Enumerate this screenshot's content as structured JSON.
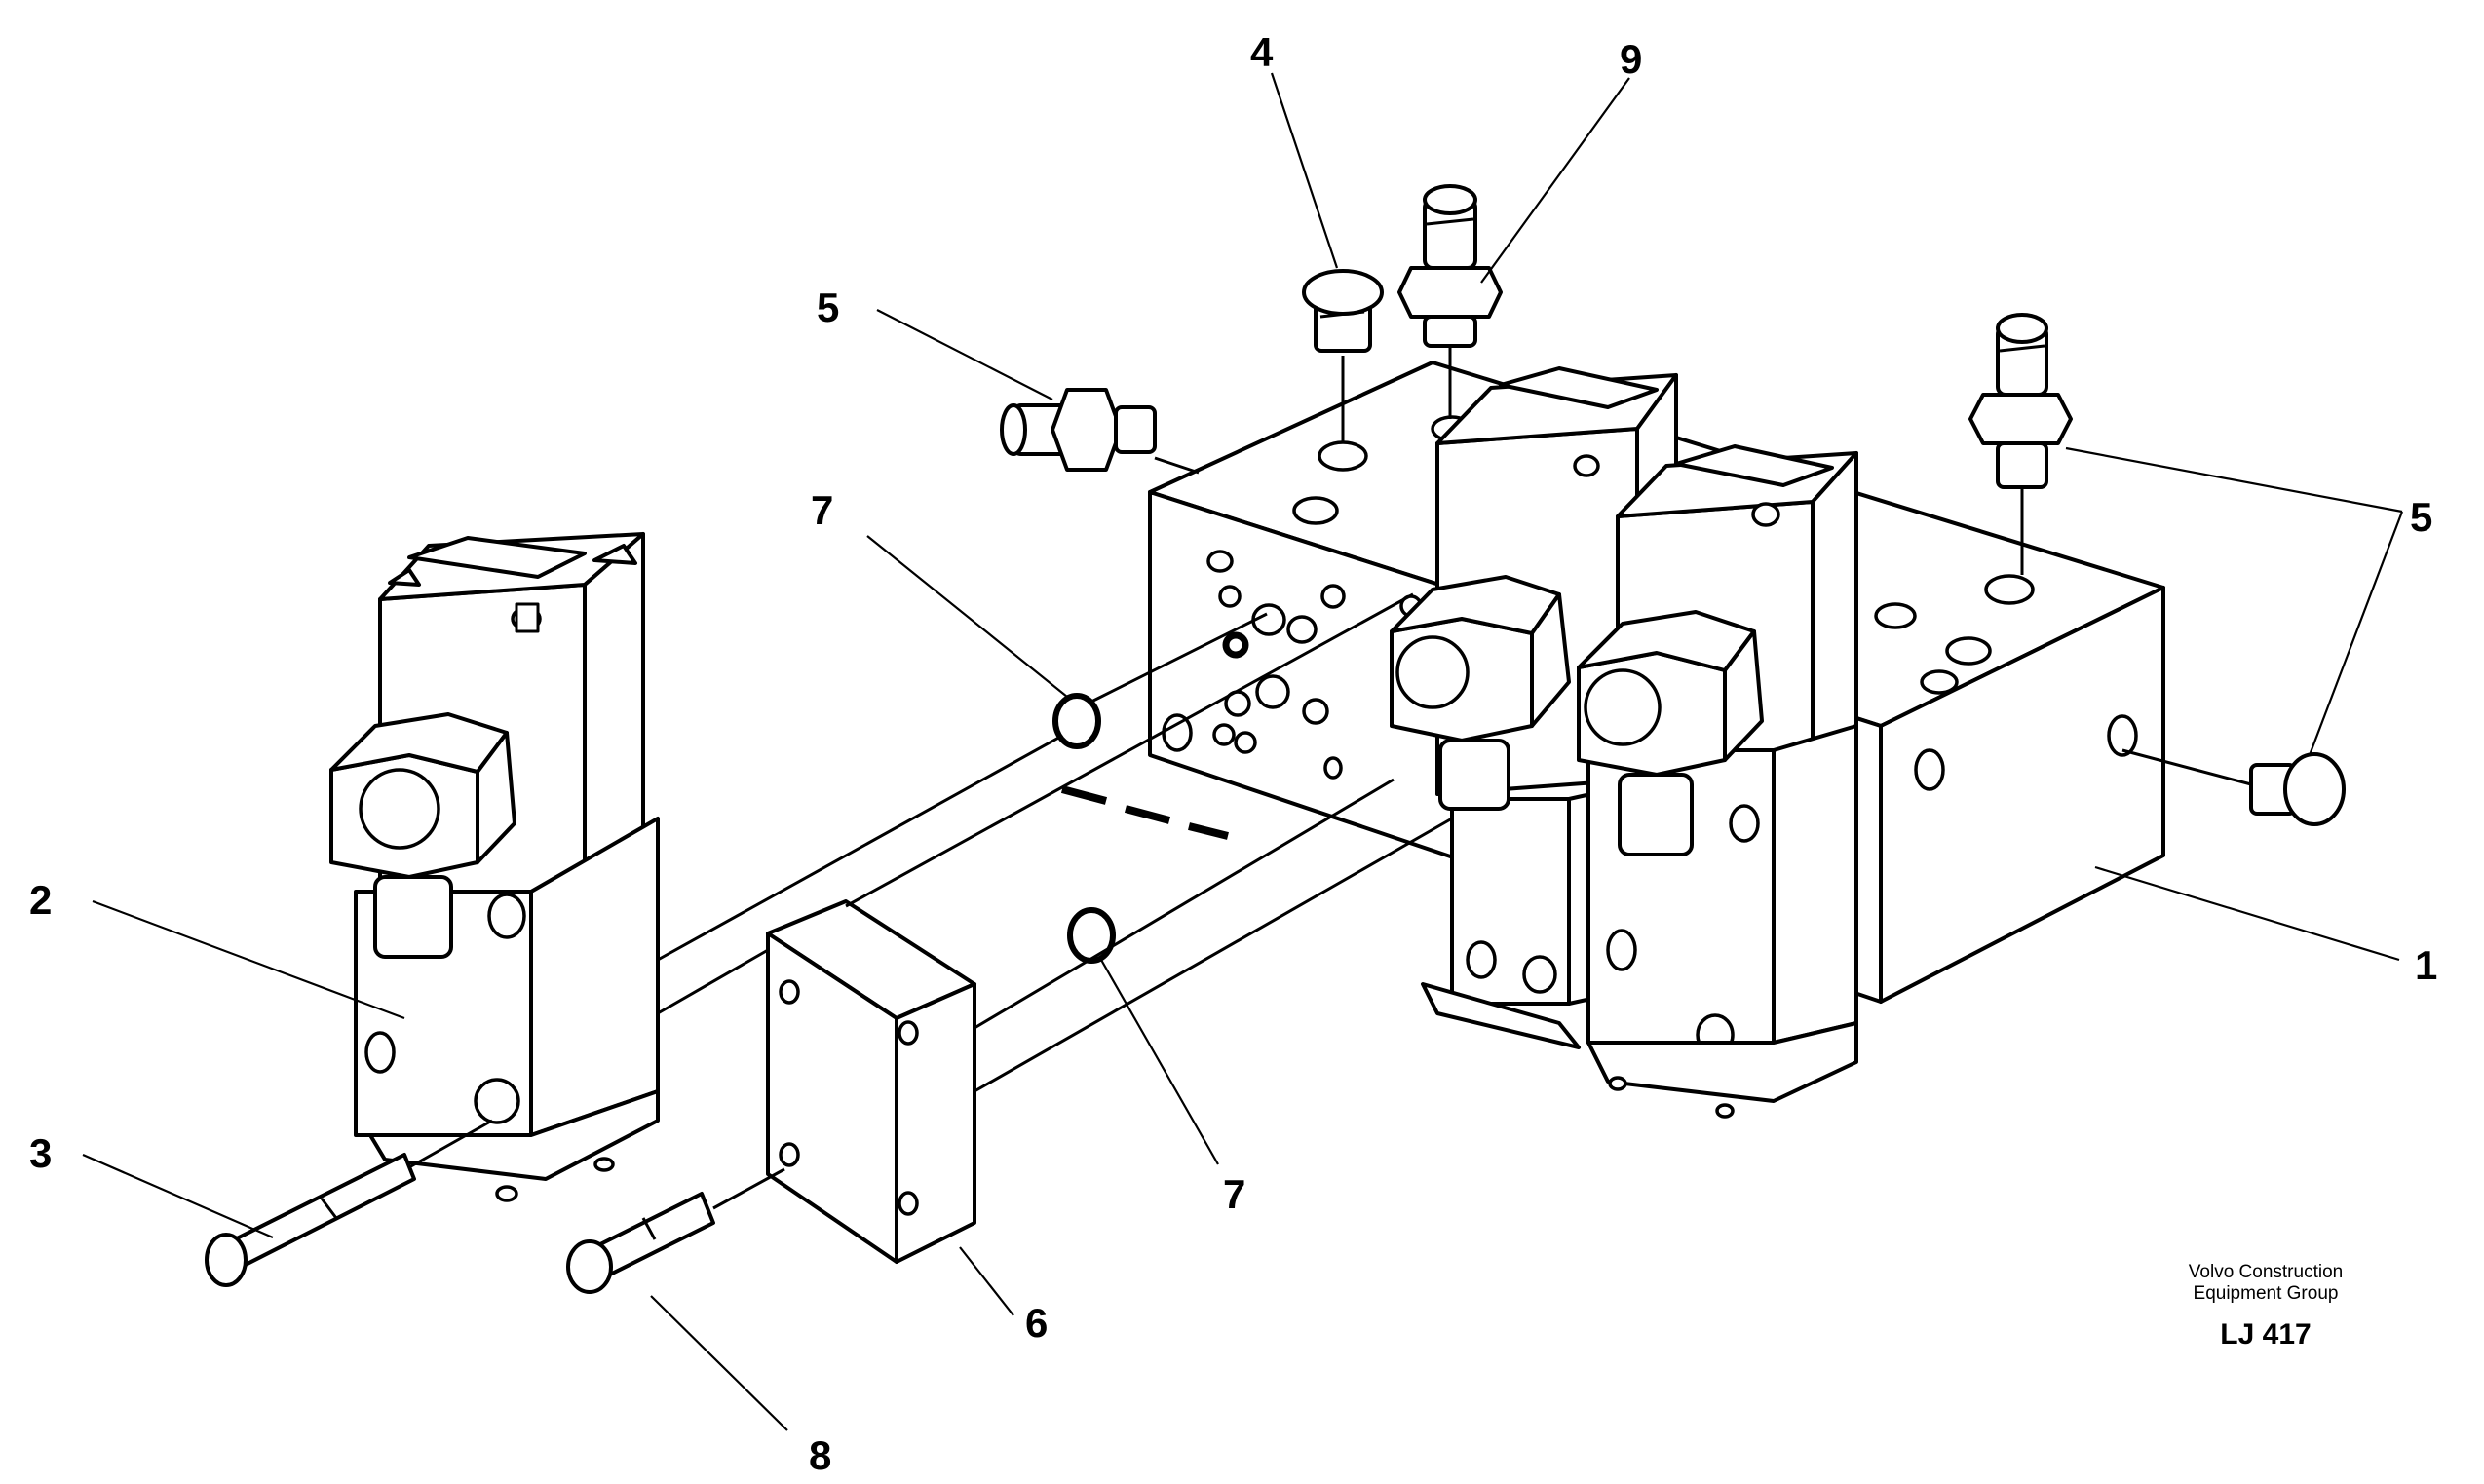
{
  "callouts": {
    "c1": "1",
    "c2": "2",
    "c3": "3",
    "c4": "4",
    "c5a": "5",
    "c5b": "5",
    "c6": "6",
    "c7a": "7",
    "c7b": "7",
    "c8": "8",
    "c9": "9"
  },
  "credit": {
    "line1": "Volvo Construction",
    "line2": "Equipment Group",
    "code": "LJ 417"
  }
}
